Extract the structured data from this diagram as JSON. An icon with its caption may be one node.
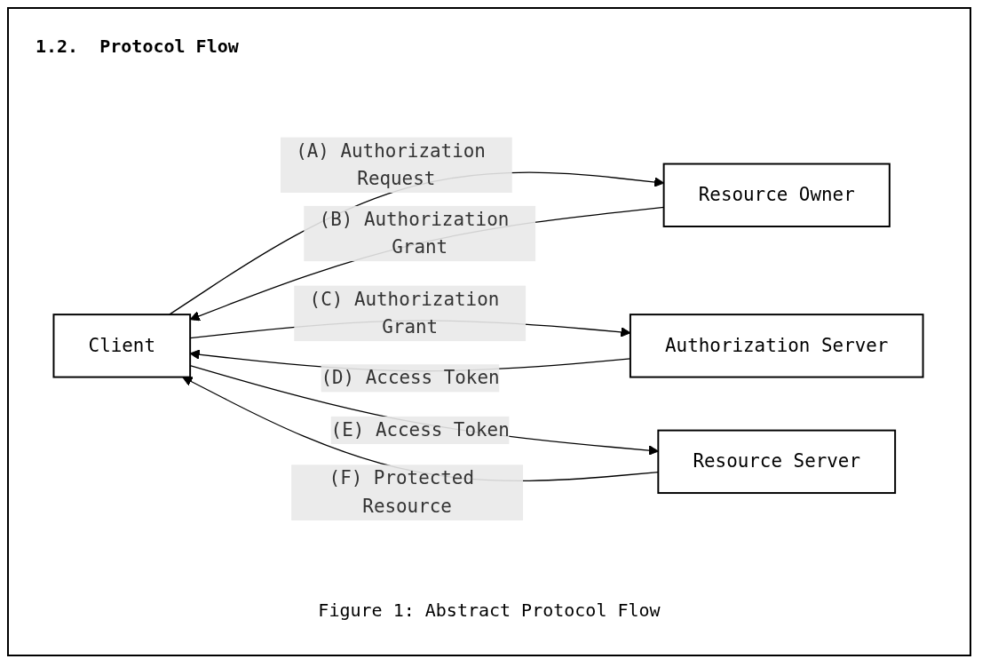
{
  "diagram": {
    "title": "1.2.  Protocol Flow",
    "caption": "Figure 1: Abstract Protocol Flow",
    "nodes": [
      {
        "text": [
          "Client"
        ]
      },
      {
        "text": [
          "Resource Owner"
        ]
      },
      {
        "text": [
          "Authorization Server"
        ]
      },
      {
        "text": [
          "Resource Server"
        ]
      }
    ],
    "edges": [
      {
        "from": 0,
        "to": 1,
        "arrow": "to",
        "label": "(A) Authorization Request"
      },
      {
        "from": 1,
        "to": 0,
        "arrow": "to",
        "label": "(B) Authorization Grant"
      },
      {
        "from": 0,
        "to": 2,
        "arrow": "to",
        "label": "(C) Authorization Grant"
      },
      {
        "from": 2,
        "to": 0,
        "arrow": "to",
        "label": "(D) Access Token"
      },
      {
        "from": 0,
        "to": 3,
        "arrow": "to",
        "label": "(E) Access Token"
      },
      {
        "from": 3,
        "to": 0,
        "arrow": "to",
        "label": "(F) Protected Resource"
      }
    ]
  }
}
